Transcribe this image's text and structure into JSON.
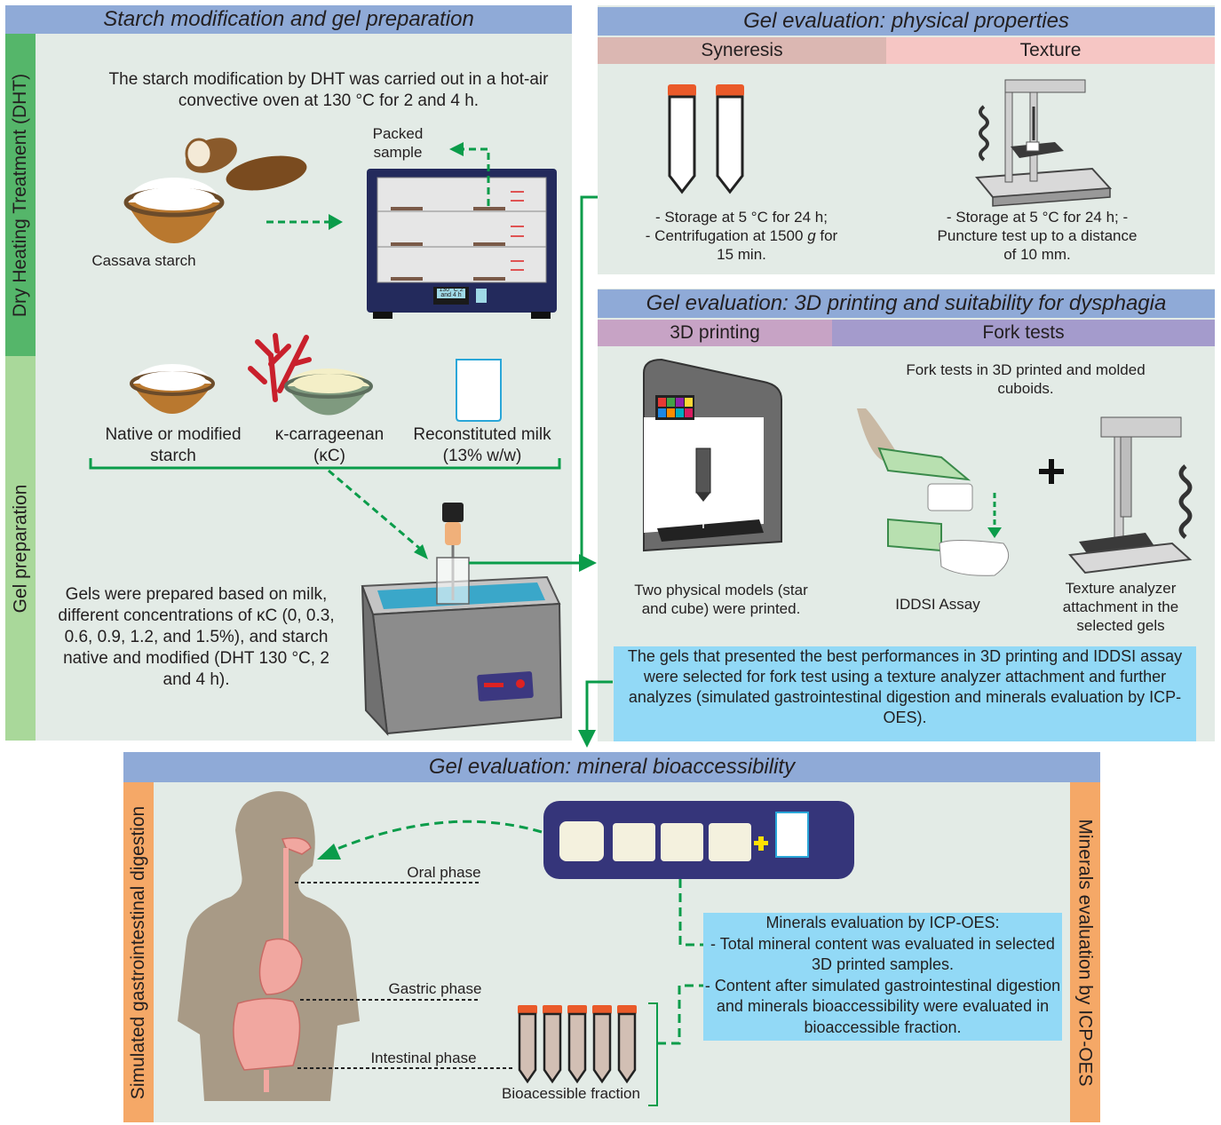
{
  "panel1": {
    "title": "Starch modification and gel preparation",
    "dht_label": "Dry Heating Treatment (DHT)",
    "gel_label": "Gel preparation",
    "dht_text": "The starch modification by DHT was carried out in a hot-air convective oven at 130 °C for 2 and 4 h.",
    "packed_sample": "Packed sample",
    "cassava_starch": "Cassava starch",
    "oven_display": "130 °C 2 and 4 h",
    "ingredient_starch": "Native or modified starch",
    "ingredient_kc": "κ-carrageenan (κC)",
    "ingredient_milk": "Reconstituted milk (13% w/w)",
    "gels_text": "Gels were prepared based on milk, different concentrations of κC (0, 0.3, 0.6, 0.9, 1.2, and 1.5%), and starch native and modified (DHT 130 °C, 2 and 4 h)."
  },
  "panel2": {
    "title": "Gel evaluation: physical properties",
    "syneresis": "Syneresis",
    "texture": "Texture",
    "syneresis_text_1": "- Storage at 5 °C for 24 h;",
    "syneresis_text_2a": "- Centrifugation at 1500 ",
    "syneresis_text_2g": "g",
    "syneresis_text_2b": " for",
    "syneresis_text_3": "15 min.",
    "texture_text": "- Storage at 5 °C for 24 h; - Puncture test up to a distance of 10 mm."
  },
  "panel3": {
    "title": "Gel evaluation: 3D printing and suitability for dysphagia",
    "printing": "3D printing",
    "fork_tests": "Fork tests",
    "fork_intro": "Fork tests in 3D printed and molded cuboids.",
    "printed_models": "Two physical models (star and cube) were printed.",
    "iddsi": "IDDSI Assay",
    "texture_attachment": "Texture analyzer attachment in the selected gels",
    "selected_text": "The gels that presented the best performances in 3D printing and IDDSI assay were selected for fork test using a texture analyzer attachment and further analyzes (simulated gastrointestinal digestion and minerals evaluation by ICP-OES)."
  },
  "panel4": {
    "title": "Gel evaluation: mineral bioaccessibility",
    "left_label": "Simulated gastrointestinal digestion",
    "right_label": "Minerals evaluation by ICP-OES",
    "oral": "Oral phase",
    "gastric": "Gastric phase",
    "intestinal": "Intestinal phase",
    "bioacessible": "Bioacessible fraction",
    "minerals_title": "Minerals evaluation by ICP-OES:",
    "minerals_1": "- Total mineral content was evaluated in selected 3D printed samples.",
    "minerals_2": "- Content after simulated gastrointestinal digestion and minerals bioaccessibility were evaluated in bioaccessible fraction."
  },
  "colors": {
    "panel_bg": "#e3ebe6",
    "header_blue": "#8faad7",
    "dht_green": "#55b66a",
    "gel_green": "#a9d89a",
    "syneresis": "#dbb7b2",
    "texture": "#f6c6c4",
    "printing": "#c7a3c5",
    "fork": "#a49bcc",
    "orange": "#f5a867",
    "info_blue": "#92d9f6",
    "arrow_green": "#0a9c4a",
    "tray_navy": "#35357a"
  }
}
